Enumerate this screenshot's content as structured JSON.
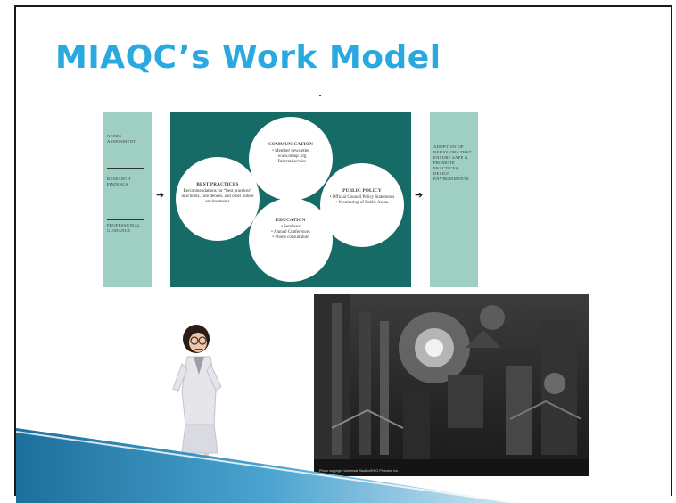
{
  "slide": {
    "title": "MIAQC’s Work Model"
  },
  "diagram": {
    "left_items": [
      "Needs Assessment",
      "Research Findings",
      "Professional Guidance"
    ],
    "right_text": "Adoption of behaviors that ensure safe & promote practices, design environments",
    "arrow_symbol": "➔",
    "circles": {
      "communication": {
        "title": "Communication",
        "items": [
          "• Member newsletter",
          "• www.miaqc.org",
          "• Referral service"
        ]
      },
      "best_practices": {
        "title": "Best Practices",
        "items": [
          "Recommendations for “best practices” in schools, care dences, and other indoor environments"
        ]
      },
      "public_policy": {
        "title": "Public Policy",
        "items": [
          "• Official Council Policy Statements",
          "• Monitoring of Public Arena"
        ]
      },
      "education": {
        "title": "Education",
        "items": [
          "• Seminars",
          "• Annual Conferences",
          "• Phone consultation"
        ]
      }
    },
    "colors": {
      "teal": "#176b66",
      "side": "#9fcfc3",
      "title": "#29a9df"
    }
  },
  "photo": {
    "credit": "Photo copyright Universal Studios/RKO Pictures, Inc."
  }
}
